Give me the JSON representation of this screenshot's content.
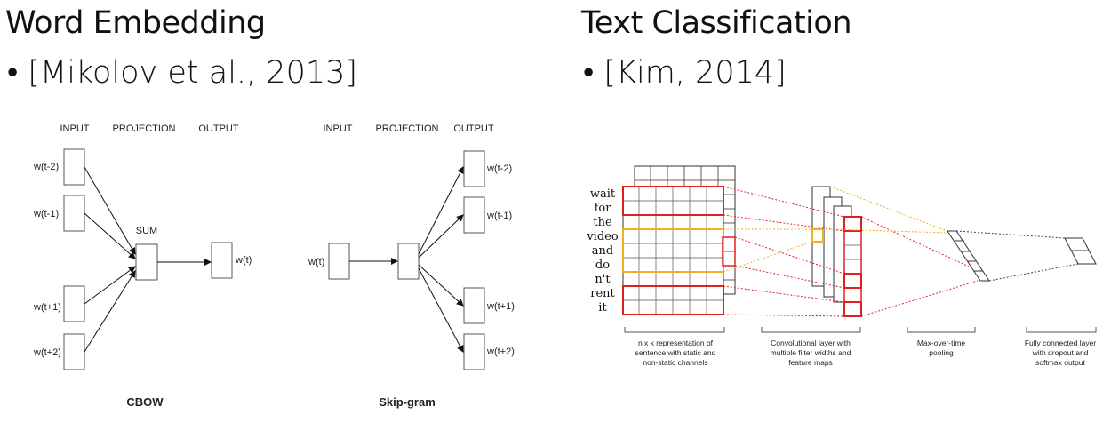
{
  "left": {
    "title": "Word Embedding",
    "citation": "• [Mikolov et al., 2013]",
    "cbow": {
      "caption": "CBOW",
      "headers": [
        "INPUT",
        "PROJECTION",
        "OUTPUT"
      ],
      "inputs": [
        "w(t-2)",
        "w(t-1)",
        "w(t+1)",
        "w(t+2)"
      ],
      "projection": "SUM",
      "output": "w(t)"
    },
    "skipgram": {
      "caption": "Skip-gram",
      "headers": [
        "INPUT",
        "PROJECTION",
        "OUTPUT"
      ],
      "input": "w(t)",
      "outputs": [
        "w(t-2)",
        "w(t-1)",
        "w(t+1)",
        "w(t+2)"
      ]
    }
  },
  "right": {
    "title": "Text Classification",
    "citation": "• [Kim, 2014]",
    "words": [
      "wait",
      "for",
      "the",
      "video",
      "and",
      "do",
      "n't",
      "rent",
      "it"
    ],
    "stage_captions": [
      [
        "n x k representation of",
        "sentence with static and",
        "non-static channels"
      ],
      [
        "Convolutional layer with",
        "multiple filter widths and",
        "feature maps"
      ],
      [
        "Max-over-time",
        "pooling"
      ],
      [
        "Fully connected layer",
        "with dropout and",
        "softmax output"
      ]
    ],
    "colors": {
      "red": "#e02020",
      "orange": "#f0b020",
      "navy": "#33446e"
    }
  }
}
